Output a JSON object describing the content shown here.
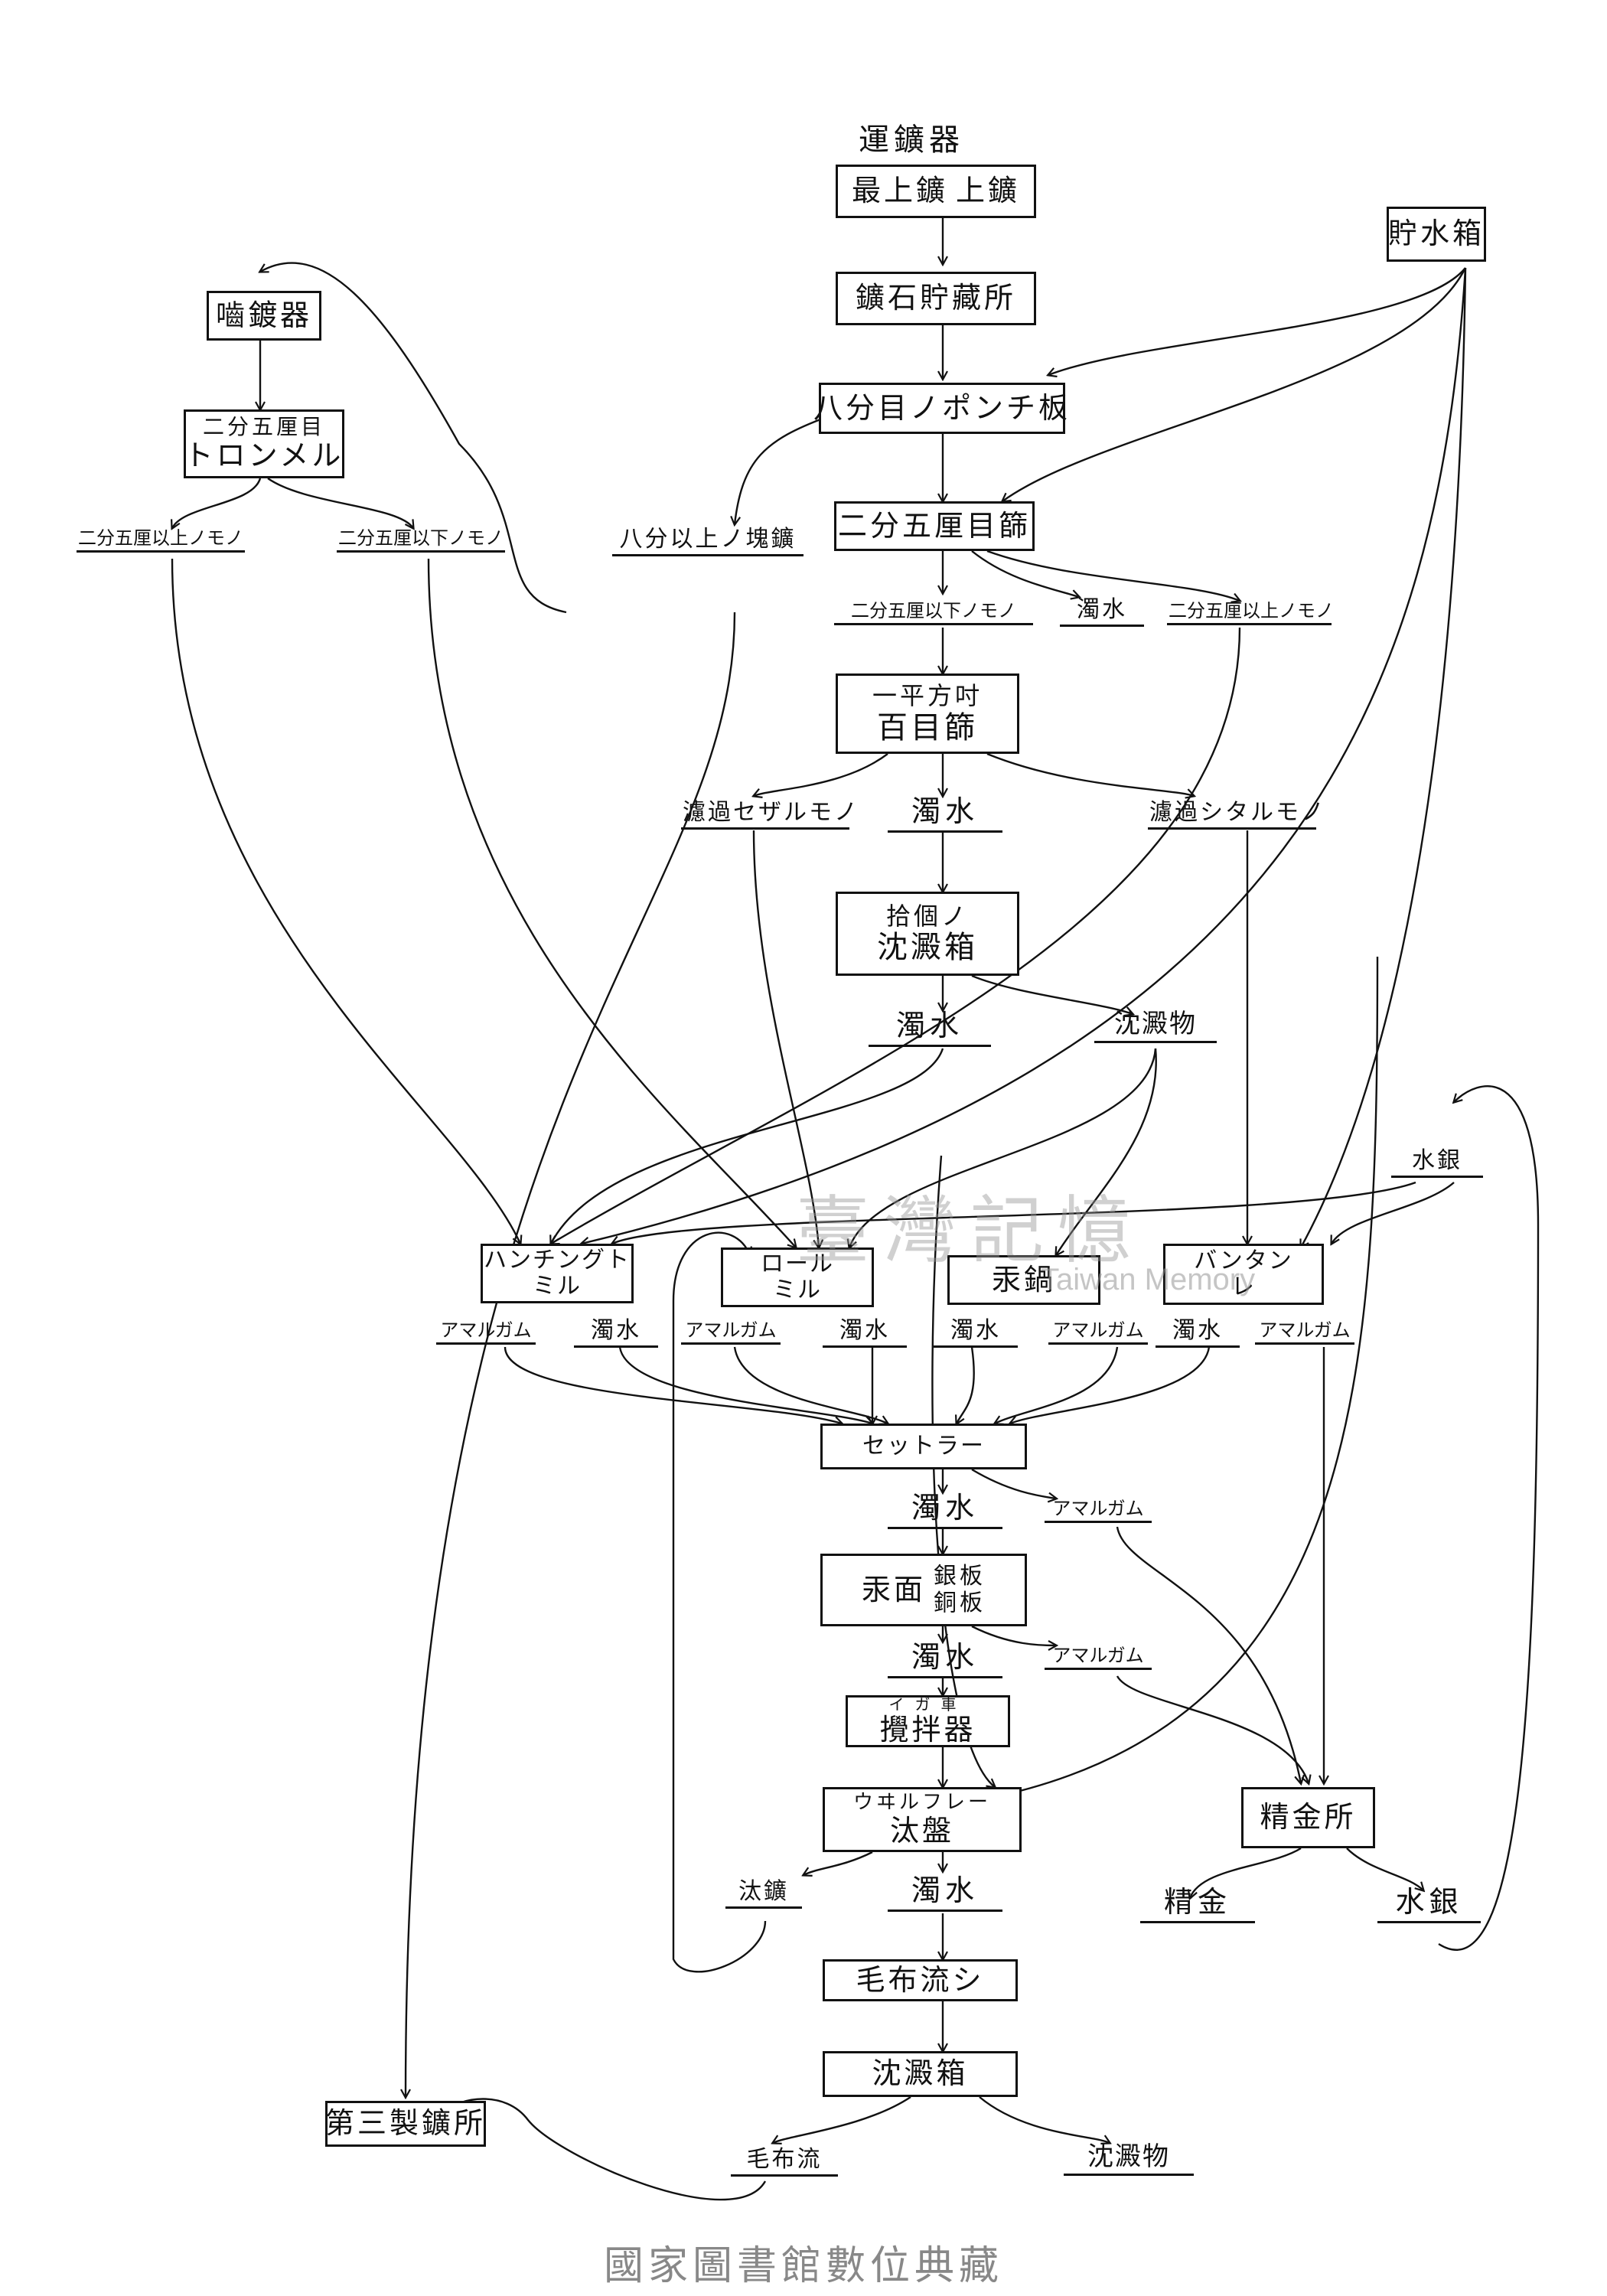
{
  "nodes": {
    "title": "運鑛器",
    "top_mine": [
      "最上鑛",
      "上鑛"
    ],
    "water_tank": "貯水箱",
    "ore_storage": "鑛石貯藏所",
    "crusher": "嚙鍍器",
    "punch_plate": "八分目ノポンチ板",
    "trommel": [
      "二分五厘目",
      "トロンメル"
    ],
    "sieve_25": "二分五厘目篩",
    "sieve_100": [
      "一平方吋",
      "百目篩"
    ],
    "settling_10": [
      "拾個ノ",
      "沈澱箱"
    ],
    "huntington": [
      "ハンチングト",
      "ミル"
    ],
    "roll_mill": [
      "ロール",
      "ミル"
    ],
    "amalgam_pan": "汞鍋",
    "berdan": [
      "バンタン",
      "レ"
    ],
    "settler": "セットラー",
    "amalgam_plate": [
      "汞面",
      "銀板",
      "銅板"
    ],
    "agitator": [
      "イガ車",
      "攪拌器"
    ],
    "wilfley": [
      "ウヰルフレー",
      "汰盤"
    ],
    "refinery": "精金所",
    "blanket": "毛布流シ",
    "settling_final": "沈澱箱",
    "third_smelter": "第三製鑛所"
  },
  "labels": {
    "trommel_over": "二分五厘以上ノモノ",
    "trommel_under": "二分五厘以下ノモノ",
    "lumps_over": "八分以上ノ塊鑛",
    "sieve25_under": "二分五厘以下ノモノ",
    "sieve25_water": "濁水",
    "sieve25_over": "二分五厘以上ノモノ",
    "filter_not_passed": "濾過セザルモノ",
    "sieve100_water": "濁水",
    "filter_passed": "濾過シタルモノ",
    "settling10_water": "濁水",
    "settling10_sediment": "沈澱物",
    "mercury_in": "水銀",
    "hunt_amalgam": "アマルガム",
    "hunt_water": "濁水",
    "roll_amalgam": "アマルガム",
    "roll_water": "濁水",
    "pan_water": "濁水",
    "pan_amalgam": "アマルガム",
    "berdan_water": "濁水",
    "berdan_amalgam": "アマルガム",
    "settler_water": "濁水",
    "settler_amalgam": "アマルガム",
    "plate_water": "濁水",
    "plate_amalgam": "アマルガム",
    "wilfley_ore": "汰鑛",
    "wilfley_water": "濁水",
    "refined_gold": "精金",
    "refined_mercury": "水銀",
    "blanket_out": "毛布流",
    "final_sediment": "沈澱物"
  },
  "watermark": "臺灣記憶",
  "watermark_en": "Taiwan Memory",
  "footer": "國家圖書館數位典藏"
}
